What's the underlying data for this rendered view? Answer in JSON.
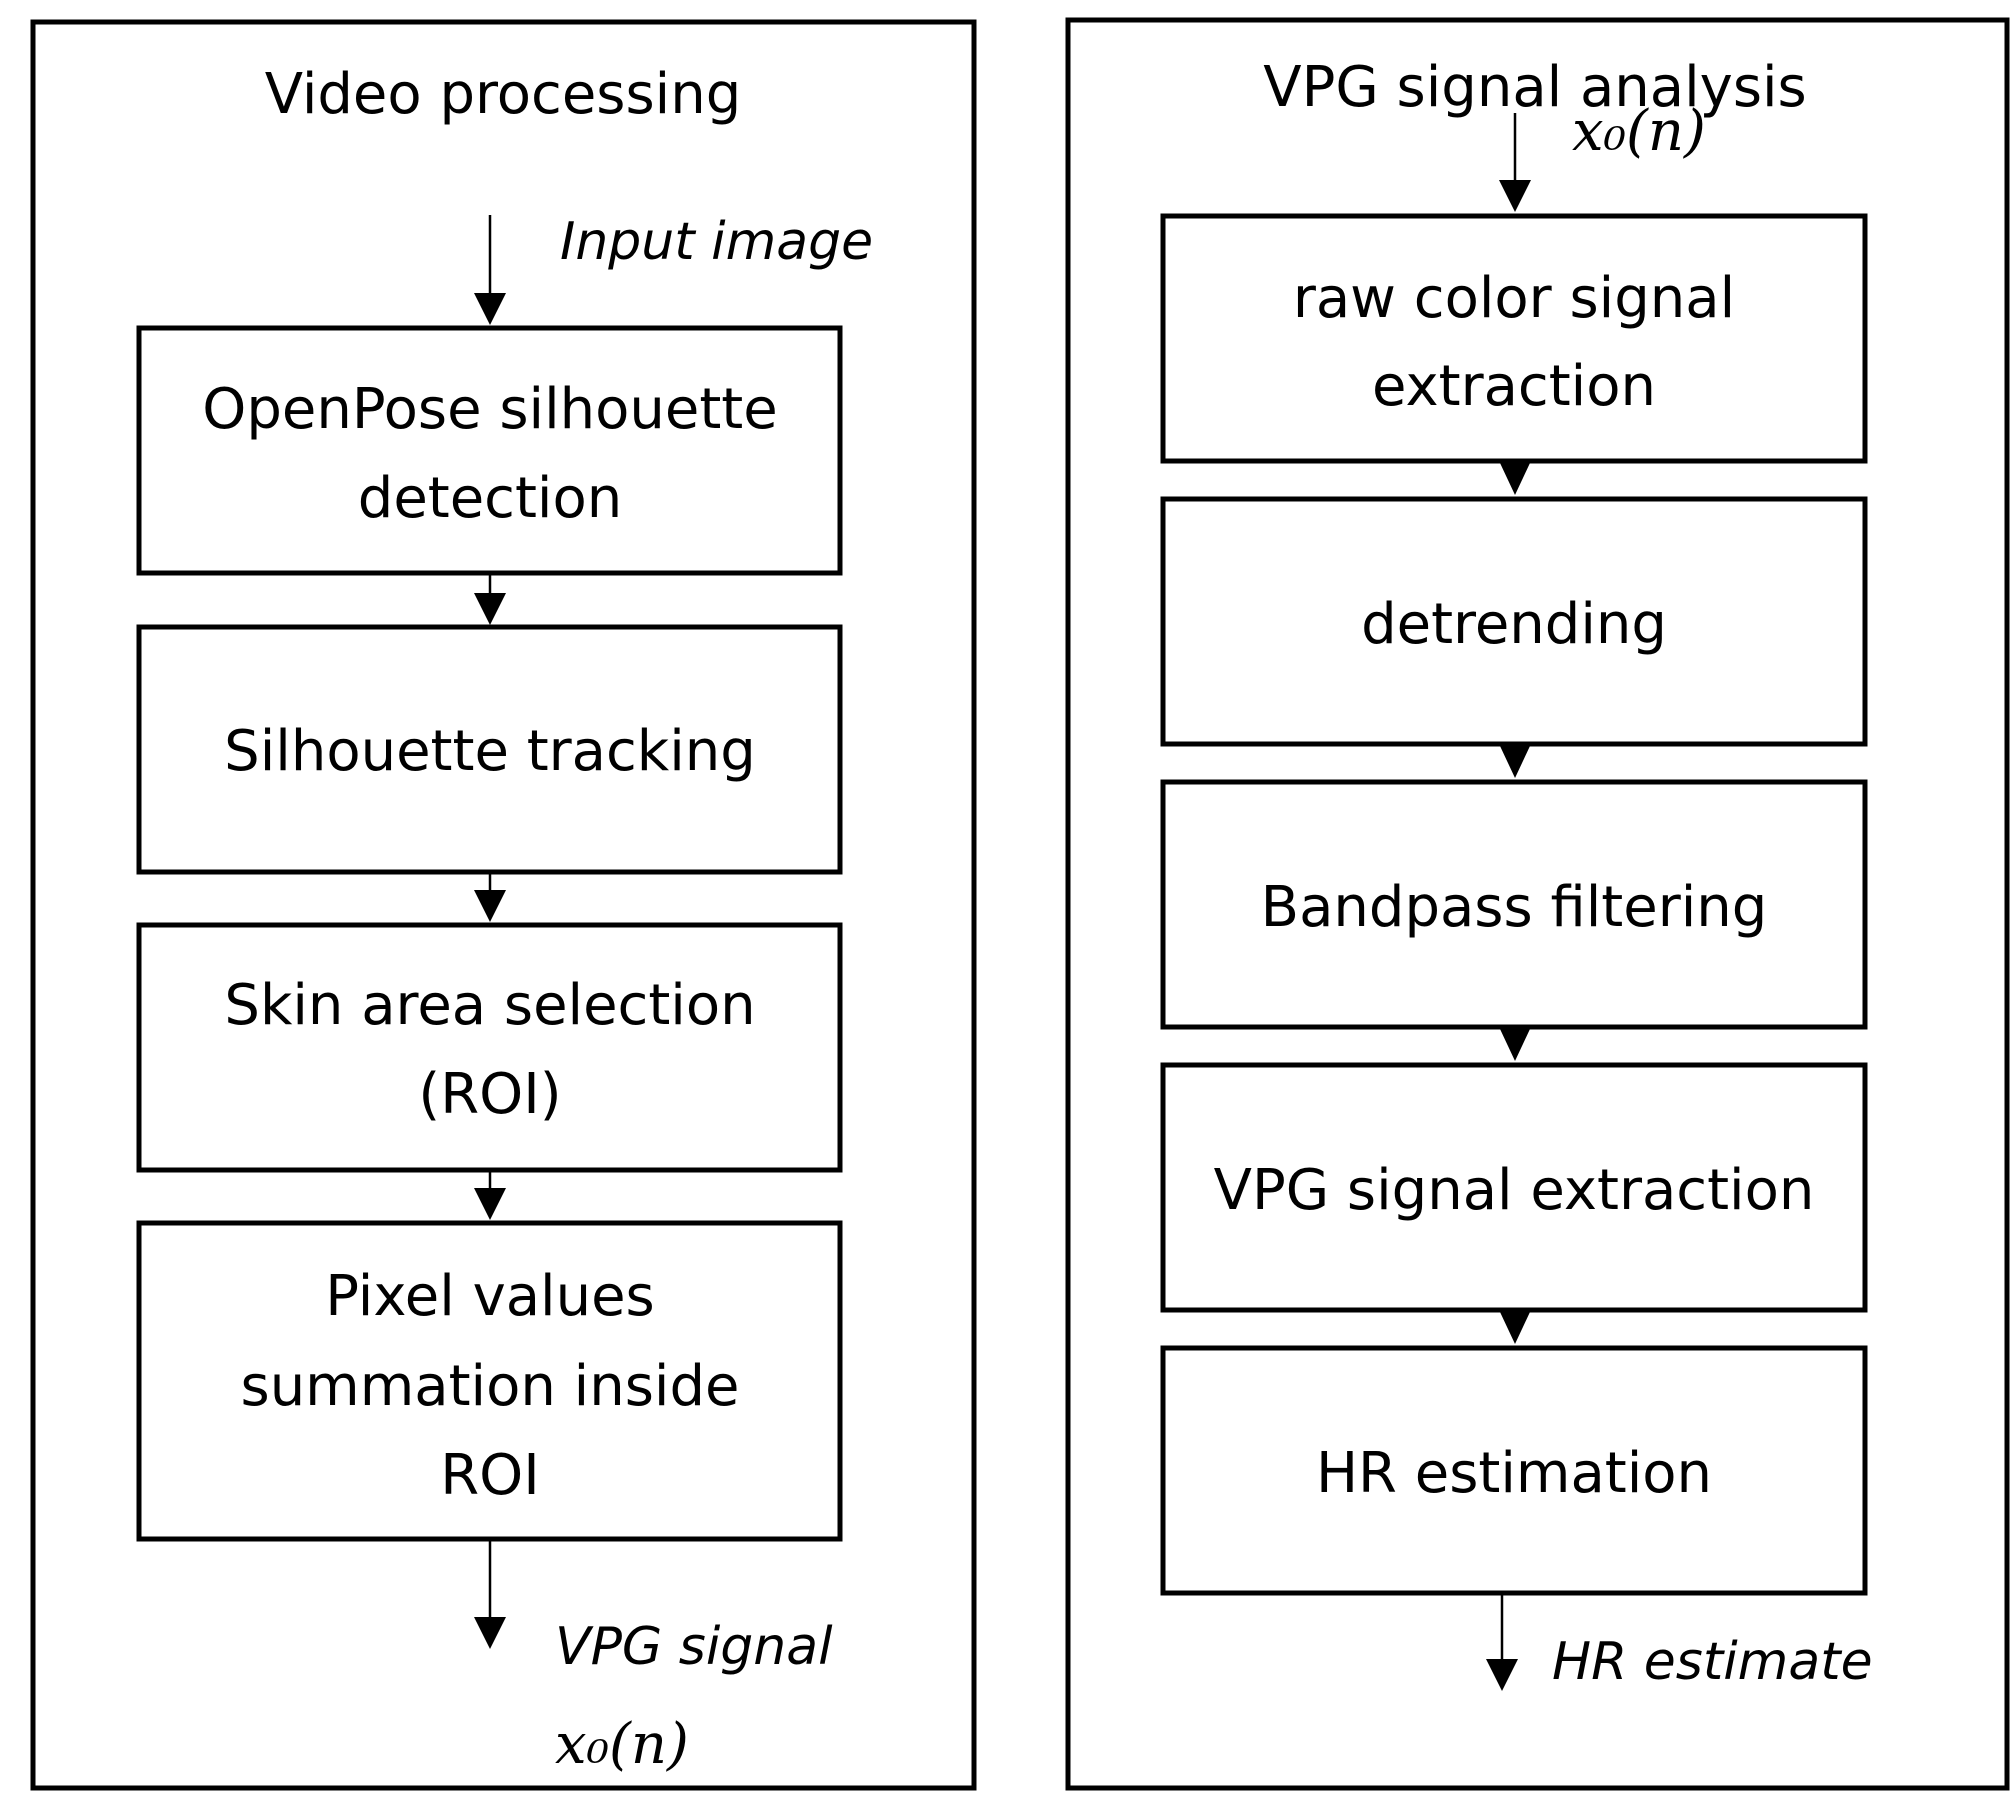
{
  "panels": {
    "left": {
      "title": "Video processing",
      "input_label": "Input image",
      "boxes": [
        {
          "lines": [
            "OpenPose silhouette",
            "detection"
          ]
        },
        {
          "lines": [
            "Silhouette tracking"
          ]
        },
        {
          "lines": [
            "Skin area selection",
            "(ROI)"
          ]
        },
        {
          "lines": [
            "Pixel values",
            "summation inside",
            "ROI"
          ]
        }
      ],
      "output_label": "VPG signal",
      "output_math": "x₀(n)"
    },
    "right": {
      "title": "VPG signal analysis",
      "input_math": "x₀(n)",
      "boxes": [
        {
          "lines": [
            "raw color signal",
            "extraction"
          ]
        },
        {
          "lines": [
            "detrending"
          ]
        },
        {
          "lines": [
            "Bandpass filtering"
          ]
        },
        {
          "lines": [
            "VPG signal extraction"
          ]
        },
        {
          "lines": [
            "HR estimation"
          ]
        }
      ],
      "output_label": "HR estimate"
    }
  }
}
